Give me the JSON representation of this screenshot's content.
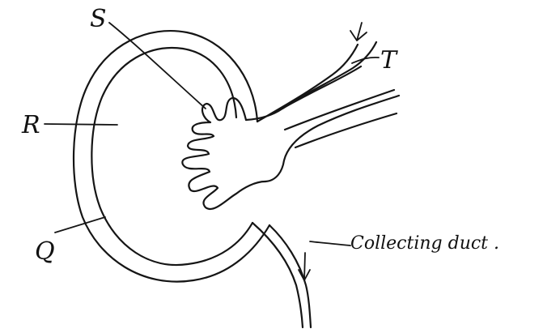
{
  "labels": {
    "S": "S",
    "R": "R",
    "T": "T",
    "Q": "Q",
    "collecting_duct": "Collecting duct ."
  }
}
